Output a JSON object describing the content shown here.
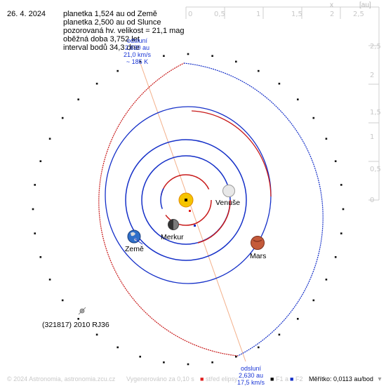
{
  "date": "26. 4. 2024",
  "info_lines": [
    "planetka 1,524 au od Země",
    "planetka 2,500 au od Slunce",
    "pozorovaná hv. velikost = 21,1 mag",
    "oběžná doba 3,752 let",
    "interval bodů 34,3 dne"
  ],
  "scale_unit": "[au]",
  "close_icon": "x",
  "x_ticks": [
    "0",
    "0,5",
    "1",
    "1,5",
    "2",
    "2,5"
  ],
  "y_ticks": [
    "2,5",
    "2",
    "1,5",
    "1",
    "0,5",
    "0"
  ],
  "aphelion": {
    "title": "odsluní",
    "lines": [
      "2,630 au",
      "21,0 km/s",
      "~ 185 K"
    ]
  },
  "aphelion_bottom": {
    "title": "odsluní",
    "lines": [
      "2,630 au",
      "17,5 km/s"
    ]
  },
  "planets": {
    "venuse": "Venuše",
    "merkur": "Merkur",
    "zeme": "Země",
    "mars": "Mars"
  },
  "asteroid_name": "(321817) 2010 RJ36",
  "footer": {
    "copyright": "© 2024 Astronomia, astronomia.zcu.cz",
    "vygenerovano": "Vygenerováno za 0,10 s",
    "legend_sun": "střed elipsy",
    "legend_f1": "F1 a",
    "legend_f2": "F2",
    "scale": "Měřítko: 0,0113 au/bod"
  },
  "colors": {
    "orbit_blue": "#1530c8",
    "orbit_red": "#c81a1a",
    "sun": "#f5c400",
    "aphelion_line": "#f0a070"
  },
  "icons": [
    "close-icon",
    "sun-icon",
    "planet-icon",
    "asteroid-icon",
    "scroll-up-icon",
    "scroll-down-icon"
  ]
}
